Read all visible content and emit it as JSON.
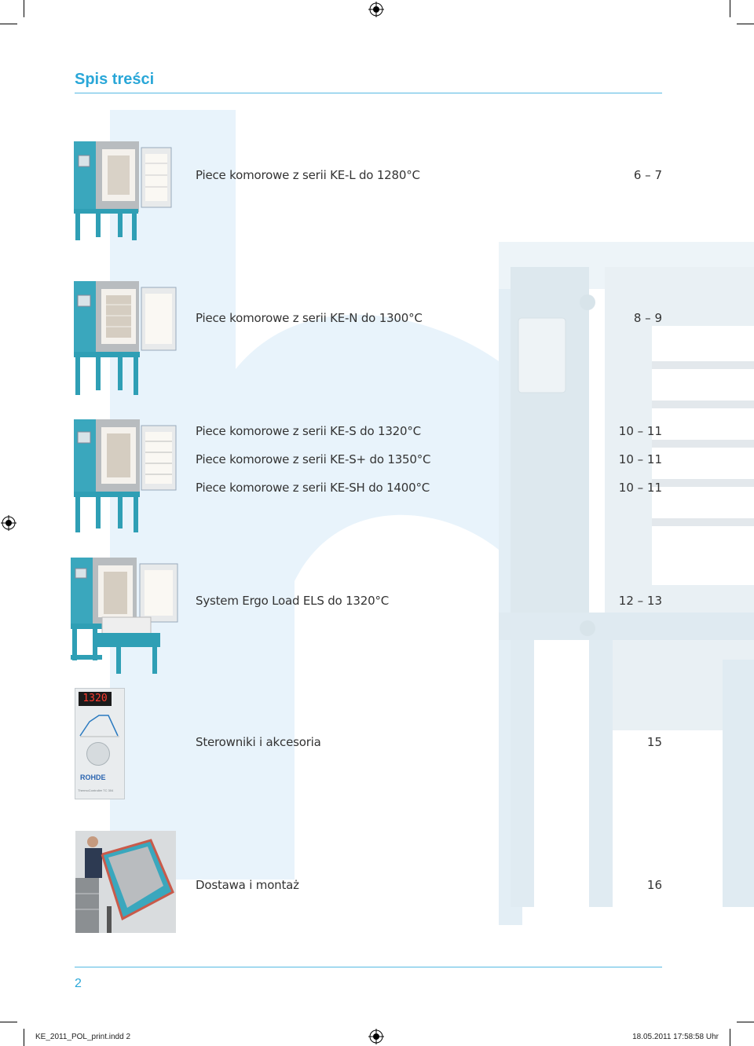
{
  "heading": "Spis treści",
  "toc": [
    {
      "label": "Piece komorowe z serii KE-L do 1280°C",
      "pages": "6 – 7"
    },
    {
      "label": "Piece komorowe z serii KE-N do 1300°C",
      "pages": "8 – 9"
    },
    {
      "label": "Piece komorowe z serii KE-S do 1320°C",
      "pages": "10 – 11"
    },
    {
      "label": "Piece komorowe z serii KE-S+ do 1350°C",
      "pages": "10 – 11"
    },
    {
      "label": "Piece komorowe z serii KE-SH do 1400°C",
      "pages": "10 – 11"
    },
    {
      "label": "System Ergo Load ELS do 1320°C",
      "pages": "12 – 13"
    },
    {
      "label": "Sterowniki i akcesoria",
      "pages": "15"
    },
    {
      "label": "Dostawa i montaż",
      "pages": "16"
    }
  ],
  "controller": {
    "display": "1320",
    "brand": "ROHDE",
    "model": "ThermoController TC 304"
  },
  "page_number": "2",
  "slug": {
    "file": "KE_2011_POL_print.indd   2",
    "date": "18.05.2011   17:58:58 Uhr"
  },
  "colors": {
    "accent": "#2aa7d8",
    "kiln_teal": "#2f9fb5",
    "watermark": "#e6f2fa"
  },
  "icons": [
    "registration-mark-icon"
  ]
}
